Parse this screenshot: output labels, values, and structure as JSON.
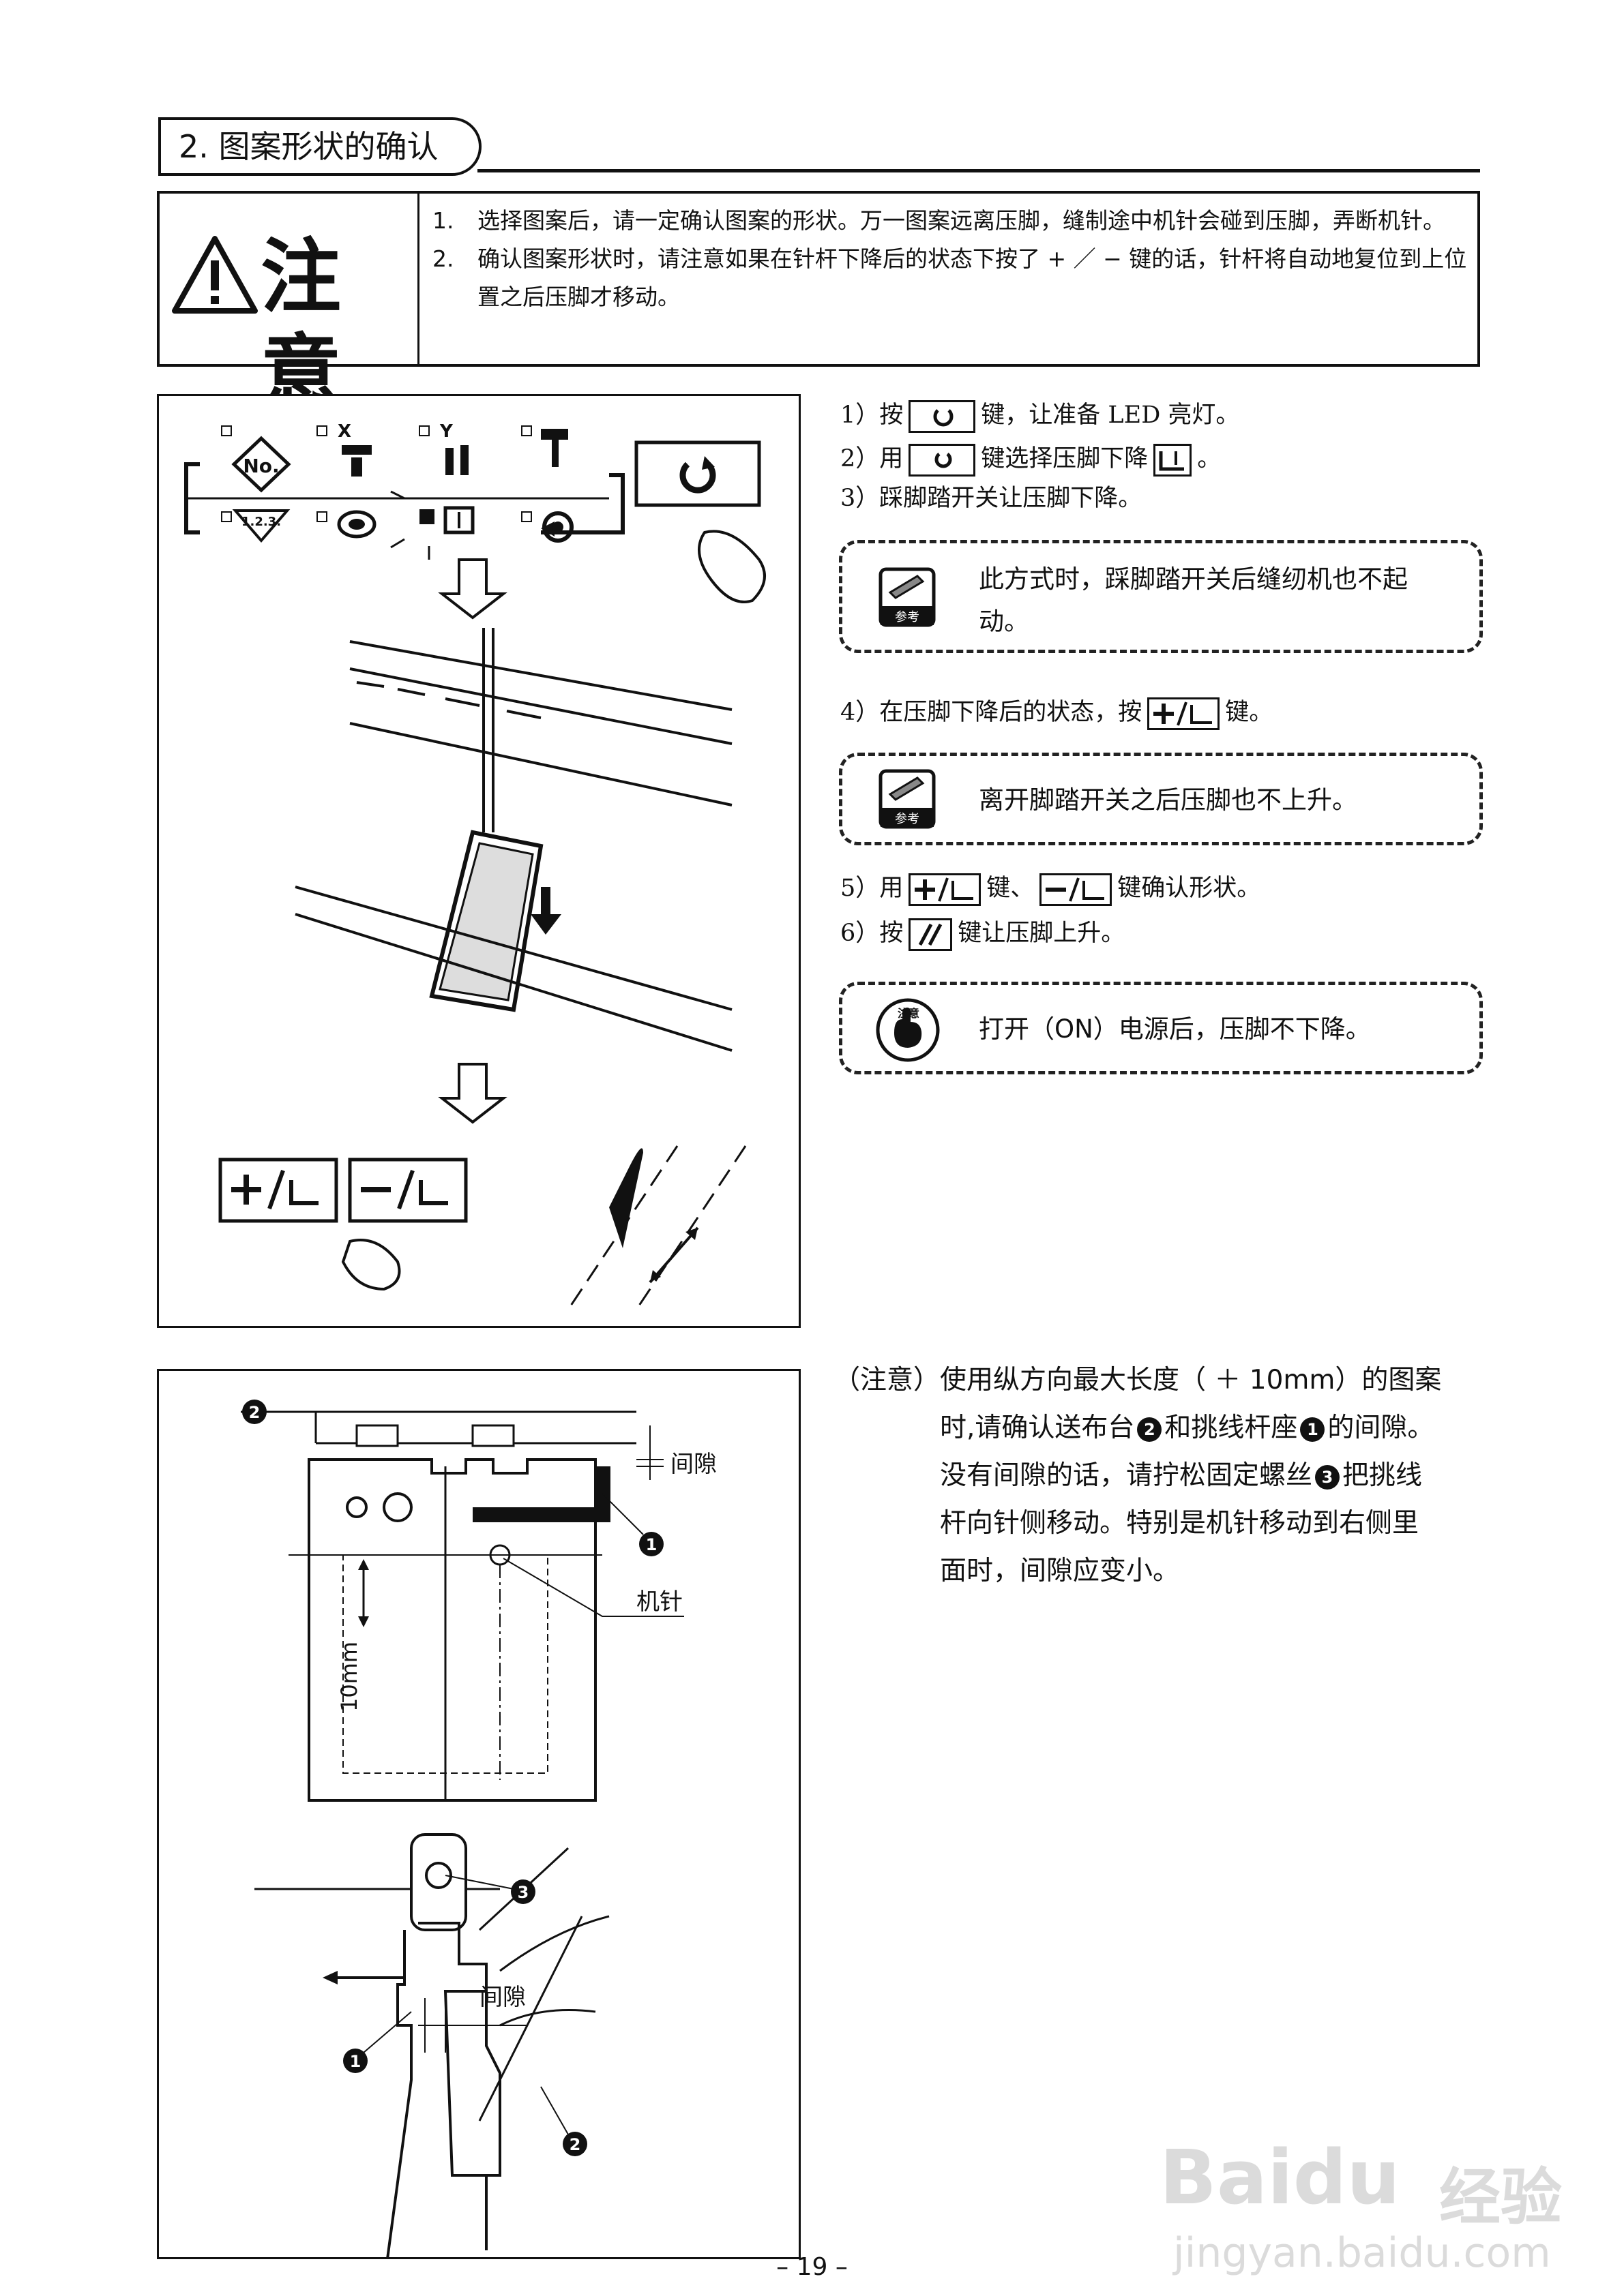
{
  "section": {
    "title": "2. 图案形状的确认"
  },
  "caution": {
    "heading": "注意",
    "items": [
      {
        "num": "1.",
        "text": "选择图案后，请一定确认图案的形状。万一图案远离压脚，缝制途中机针会碰到压脚，弄断机针。"
      },
      {
        "num": "2.",
        "text": "确认图案形状时，请注意如果在针杆下降后的状态下按了 + ／ − 键的话，针杆将自动地复位到上位置之后压脚才移动。"
      }
    ]
  },
  "steps": {
    "s1": {
      "pre": "1）按",
      "post": "键，让准备 LED 亮灯。"
    },
    "s2": {
      "pre": "2）用",
      "mid": "键选择压脚下降",
      "post": "。"
    },
    "s3": {
      "text": "3）踩脚踏开关让压脚下降。"
    },
    "s4": {
      "pre": "4）在压脚下降后的状态，按",
      "post": "键。"
    },
    "s5": {
      "pre": "5）用",
      "mid": "键、",
      "post": "键确认形状。"
    },
    "s6": {
      "pre": "6）按",
      "post": "键让压脚上升。"
    }
  },
  "ref1": {
    "badge": "参考",
    "text": "此方式时，踩脚踏开关后缝纫机也不起动。"
  },
  "ref2": {
    "badge": "参考",
    "text": "离开脚踏开关之后压脚也不上升。"
  },
  "ref3": {
    "badge": "注意",
    "text": "打开（ON）电源后，压脚不下降。"
  },
  "panel": {
    "no_label": "No.",
    "counter_label": "1.2.3.",
    "x_label": "X",
    "y_label": "Y"
  },
  "figure2": {
    "gap_label": "间隙",
    "needle_label": "机针",
    "dim_label": "10mm",
    "gap_label_2": "间隙",
    "callout_1": "1",
    "callout_2": "2",
    "callout_3": "3"
  },
  "note": {
    "lead": "（注意）使用纵方向最大长度（ ＋ 10mm）的图案",
    "line2_a": "时,请确认送布台",
    "line2_b": "和挑线杆座",
    "line2_c": "的间隙。",
    "line3_a": "没有间隙的话，请拧松固定螺丝",
    "line3_b": "把挑线",
    "line4": "杆向针侧移动。特别是机针移动到右侧里",
    "line5": "面时，间隙应变小。",
    "n1": "1",
    "n2": "2",
    "n3": "3"
  },
  "page": {
    "number": "– 19 –"
  },
  "watermark": {
    "brand": "Bai",
    "brand2": "du",
    "cn": "经验",
    "url": "jingyan.baidu.com"
  }
}
